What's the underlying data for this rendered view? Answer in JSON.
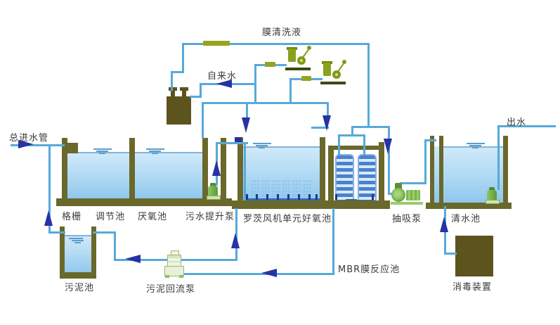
{
  "diagram": {
    "type": "process-flow",
    "labels": {
      "main_inlet": "总进水管",
      "membrane_cleaning_liquid": "膜清洗液",
      "tap_water": "自来水",
      "outlet": "出水",
      "bar_screen": "格栅",
      "regulating_tank": "调节池",
      "anaerobic_tank": "厌氧池",
      "sewage_lift_pump": "污水提升泵",
      "roots_blower_aerobic_tank": "罗茨风机单元好氧池",
      "suction_pump": "抽吸泵",
      "clear_water_tank": "清水池",
      "mbr_membrane_tank": "MBR膜反应池",
      "sludge_tank": "污泥池",
      "sludge_return_pump": "污泥回流泵",
      "disinfection_device": "消毒装置"
    },
    "colors": {
      "pipe": "#57a9da",
      "flow_arrow": "#2732a3",
      "tank_wall": "#6a682b",
      "equipment_box": "#5c531d",
      "valve": "#99a31d",
      "water_top": "#cfe9fa",
      "water_bottom": "#8ec6ec",
      "pump_green": "#6aa63f",
      "dosing_pump_green": "#8aa11c",
      "membrane_module_stripe": "#4a82cc",
      "label_text": "#3a3a3a",
      "background": "#ffffff"
    }
  }
}
